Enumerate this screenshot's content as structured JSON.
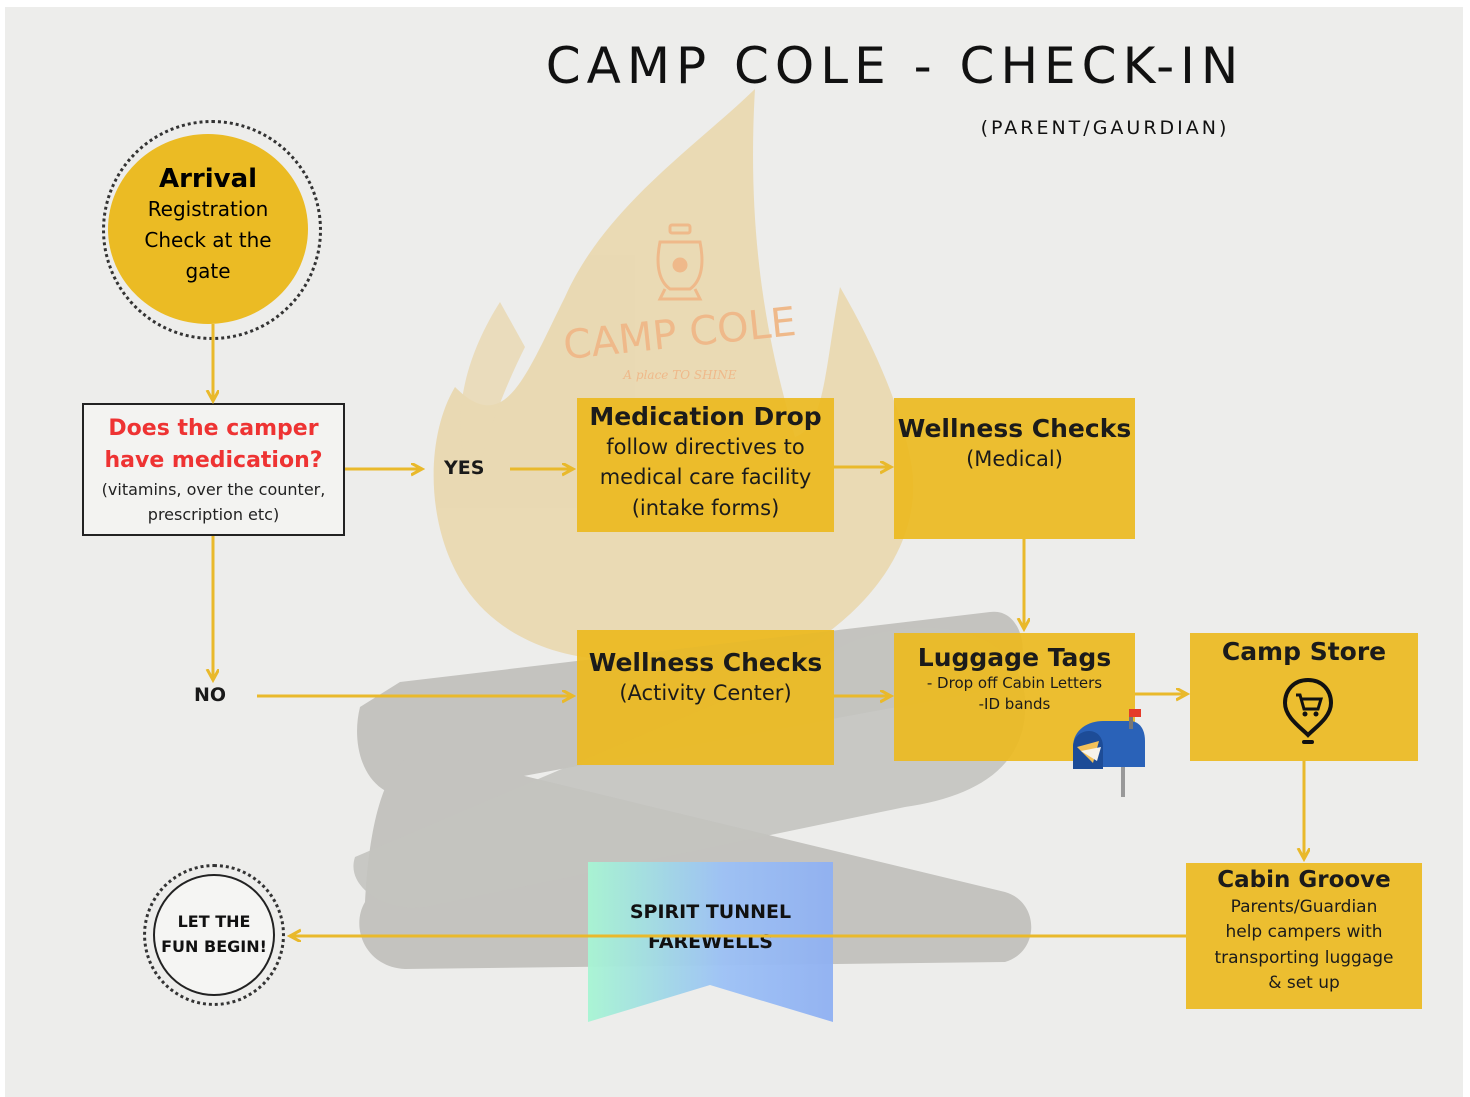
{
  "header": {
    "title": "CAMP COLE - CHECK-IN",
    "subtitle": "(PARENT/GAURDIAN)"
  },
  "watermark_logo": {
    "brand": "CAMP COLE",
    "tagline": "A place TO SHINE"
  },
  "nodes": {
    "arrival": {
      "heading": "Arrival",
      "lines": [
        "Registration",
        "Check at the",
        "gate"
      ]
    },
    "decision": {
      "question_lines": [
        "Does the camper",
        "have medication?"
      ],
      "note_lines": [
        "(vitamins, over the counter,",
        "prescription etc)"
      ]
    },
    "yes_label": "YES",
    "no_label": "NO",
    "medication_drop": {
      "heading": "Medication Drop",
      "lines": [
        "follow directives to",
        "medical care facility",
        "(intake forms)"
      ]
    },
    "wellness_medical": {
      "heading": "Wellness Checks",
      "lines": [
        "(Medical)"
      ]
    },
    "wellness_activity": {
      "heading": "Wellness Checks",
      "lines": [
        "(Activity Center)"
      ]
    },
    "luggage_tags": {
      "heading": "Luggage Tags",
      "lines": [
        "- Drop off Cabin Letters",
        "-ID bands"
      ]
    },
    "camp_store": {
      "heading": "Camp Store"
    },
    "cabin_groove": {
      "heading": "Cabin Groove",
      "lines": [
        "Parents/Guardian",
        "help campers with",
        "transporting luggage",
        "&  set up"
      ]
    },
    "spirit_tunnel": {
      "lines": [
        "SPIRIT TUNNEL",
        "FAREWELLS"
      ]
    },
    "finish": {
      "lines": [
        "LET THE",
        "FUN BEGIN!"
      ]
    }
  },
  "colors": {
    "box_yellow": "#ECBA1F",
    "arrow_yellow": "#E9B92B",
    "question_red": "#EE3333",
    "background": "#EDEDEB",
    "flame": "#E9D7AE",
    "logs": "#BDBCB8",
    "logo_orange": "#EFB98A",
    "banner_gradient": [
      "#A7F5D3",
      "#9CC1F6",
      "#8FB0F2"
    ]
  },
  "icons": {
    "camp_store": "shopping-cart-pin-icon",
    "luggage": "mailbox-icon",
    "logo": "lantern-icon"
  }
}
